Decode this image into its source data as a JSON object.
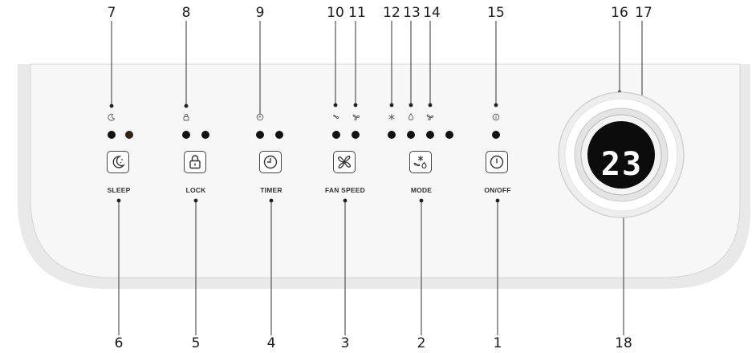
{
  "callouts_top": [
    "7",
    "8",
    "9",
    "10",
    "11",
    "12",
    "13",
    "14",
    "15",
    "16",
    "17"
  ],
  "callouts_bottom": [
    "6",
    "5",
    "4",
    "3",
    "2",
    "1",
    "18"
  ],
  "buttons": {
    "sleep": "SLEEP",
    "lock": "LOCK",
    "timer": "TIMER",
    "fan_speed": "FAN SPEED",
    "mode": "MODE",
    "on_off": "ON/OFF"
  },
  "display": {
    "temperature": "23"
  },
  "indicator_icons": [
    "moon-icon",
    "padlock-icon",
    "clock-icon",
    "fan-low-icon",
    "fan-high-icon",
    "snowflake-icon",
    "droplet-icon",
    "fan-icon",
    "info-icon"
  ],
  "colors": {
    "panel": "#f5f5f5",
    "border": "#d9d9d9",
    "led": "#121212",
    "display": "#0c0c0c",
    "ring": "#e8e8e8"
  }
}
